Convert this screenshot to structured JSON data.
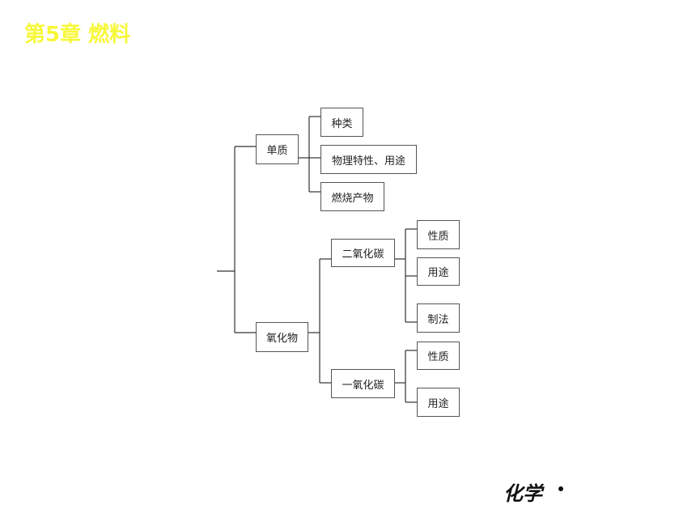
{
  "header": {
    "chapter_title": "第5章 燃料"
  },
  "diagram": {
    "elemental": {
      "label": "单质",
      "children": [
        "种类",
        "物理特性、用途",
        "燃烧产物"
      ]
    },
    "oxides": {
      "label": "氧化物",
      "co2": {
        "label": "二氧化碳",
        "children": [
          "性质",
          "用途",
          "制法"
        ]
      },
      "co": {
        "label": "一氧化碳",
        "children": [
          "性质",
          "用途"
        ]
      }
    }
  },
  "footer": {
    "subject": "化学"
  },
  "colors": {
    "title": "#f7f73a",
    "line": "#333333",
    "box_border": "#555555"
  }
}
